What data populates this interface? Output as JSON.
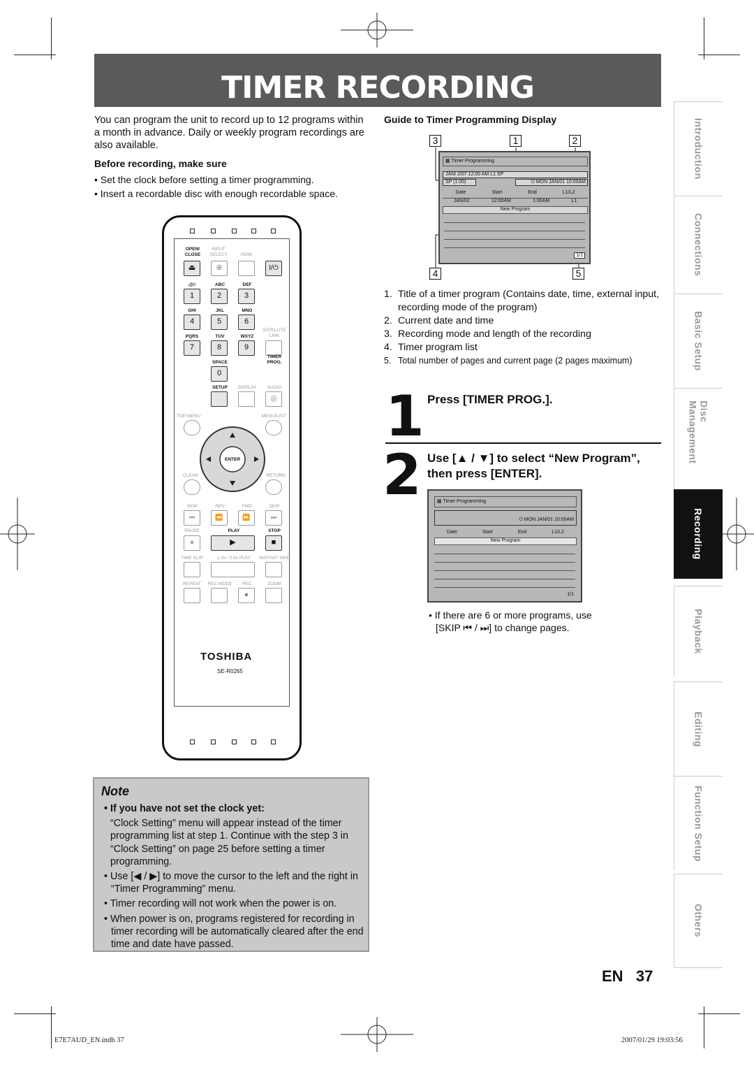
{
  "title": "TIMER RECORDING",
  "intro": {
    "text": "You can program the unit to record up to 12 programs within a month in advance. Daily or weekly program recordings are also available.",
    "before_heading": "Before recording, make sure",
    "bullets": [
      "Set the clock before setting a timer programming.",
      "Insert a recordable disc with enough recordable space."
    ]
  },
  "remote": {
    "labels": {
      "open_close": "OPEN/\nCLOSE",
      "input_select": "INPUT\nSELECT",
      "hdmi": "HDMI",
      "k1": ".@/:",
      "k2": "ABC",
      "k3": "DEF",
      "k4": "GHI",
      "k5": "JKL",
      "k6": "MNO",
      "k7": "PQRS",
      "k8": "TUV",
      "k9": "WXYZ",
      "satellite_link": "SATELLITE\nLINK",
      "space": "SPACE",
      "timer_prog": "TIMER\nPROG.",
      "setup": "SETUP",
      "display": "DISPLAY",
      "audio": "AUDIO",
      "top_menu": "TOP MENU",
      "menu_list": "MENU/LIST",
      "enter": "ENTER",
      "clear": "CLEAR",
      "return": "RETURN",
      "skip_l": "SKIP",
      "rev": "REV",
      "fwd": "FWD",
      "skip_r": "SKIP",
      "pause": "PAUSE",
      "play": "PLAY",
      "stop": "STOP",
      "time_slip": "TIME SLIP",
      "play_speed": "1.3x / 0.8x PLAY",
      "instant_skip": "INSTANT SKIP",
      "repeat": "REPEAT",
      "rec_mode": "REC MODE",
      "rec": "REC",
      "zoom": "ZOOM"
    },
    "digits": [
      "1",
      "2",
      "3",
      "4",
      "5",
      "6",
      "7",
      "8",
      "9",
      "0"
    ],
    "power": "I/⏻",
    "brand": "TOSHIBA",
    "model": "SE-R0265"
  },
  "note": {
    "title": "Note",
    "heading": "If you have not set the clock yet:",
    "items": [
      "“Clock Setting” menu will appear instead of the timer programming list at step 1. Continue with the step 3 in “Clock Setting” on page 25 before setting a timer programming.",
      "Use [◀ / ▶] to move the cursor to the left and the right in “Timer Programming” menu.",
      "Timer recording will not work when the power is on.",
      "When power is on, programs registered for recording in timer recording will be automatically cleared after the end time and date have passed."
    ]
  },
  "guide": {
    "title": "Guide to Timer Programming Display",
    "callouts": [
      "3",
      "1",
      "2",
      "4",
      "5"
    ],
    "screen1": {
      "header": "Timer Programming",
      "row1": "JAN/  2/07  12:00 AM       L1       SP",
      "mode": "SP  (1:00)",
      "clock": "MON JAN/01 10:00AM",
      "columns": [
        "Date",
        "Start",
        "End",
        "L1/L2"
      ],
      "entry": [
        "JAN/02",
        "12:00AM",
        "1:00AM",
        "L1"
      ],
      "new_program": "New Program",
      "page": "1/1"
    },
    "legend": [
      {
        "n": "1.",
        "text": "Title of a timer program (Contains date, time, external input, recording mode of the program)"
      },
      {
        "n": "2.",
        "text": "Current date and time"
      },
      {
        "n": "3.",
        "text": "Recording mode and length of the recording"
      },
      {
        "n": "4.",
        "text": "Timer program list"
      },
      {
        "n": "5.",
        "text": "Total number of pages and current page (2 pages maximum)"
      }
    ]
  },
  "steps": [
    {
      "num": "1",
      "text": "Press [TIMER PROG.]."
    },
    {
      "num": "2",
      "text": "Use [▲ / ▼] to select “New Program”, then press [ENTER]."
    }
  ],
  "screen2": {
    "header": "Timer Programming",
    "clock": "MON JAN/01 10:00AM",
    "columns": [
      "Date",
      "Start",
      "End",
      "L1/L2"
    ],
    "new_program": "New Program",
    "page": "1/1"
  },
  "step2_note": "If there are 6 or more programs, use",
  "step2_note2": "[SKIP ⏮ / ⏭] to change pages.",
  "sidebar": [
    "Introduction",
    "Connections",
    "Basic Setup",
    "Disc Management",
    "Recording",
    "Playback",
    "Editing",
    "Function Setup",
    "Others"
  ],
  "sidebar_active": "Recording",
  "page": {
    "lang": "EN",
    "number": "37"
  },
  "footer": {
    "left": "E7E7AUD_EN.indb   37",
    "right": "2007/01/29   19:03:56"
  }
}
